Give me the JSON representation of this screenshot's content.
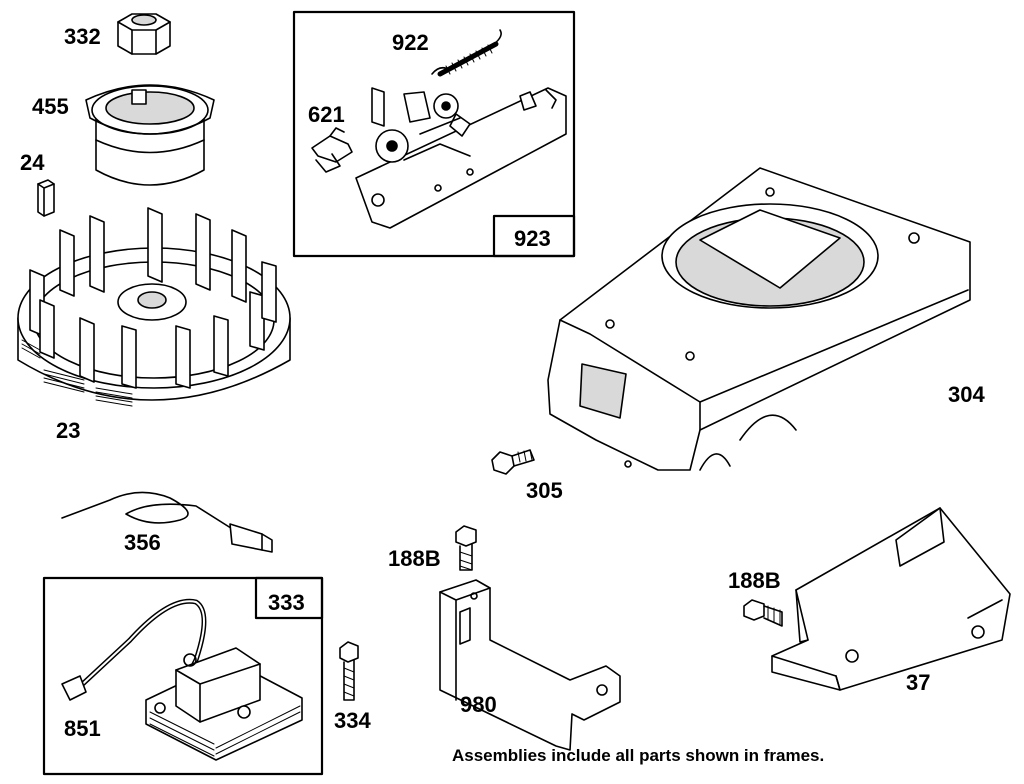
{
  "colors": {
    "ink": "#000000",
    "paper": "#ffffff",
    "shade": "#d9d9d9",
    "dark": "#8a8a8a"
  },
  "parts": {
    "p332": "332",
    "p455": "455",
    "p24": "24",
    "p23": "23",
    "p922": "922",
    "p621": "621",
    "p923": "923",
    "p304": "304",
    "p305": "305",
    "p356": "356",
    "p188b_top": "188B",
    "p188b_right": "188B",
    "p333": "333",
    "p851": "851",
    "p334": "334",
    "p980": "980",
    "p37": "37"
  },
  "footnote": "Assemblies include all parts shown in frames."
}
